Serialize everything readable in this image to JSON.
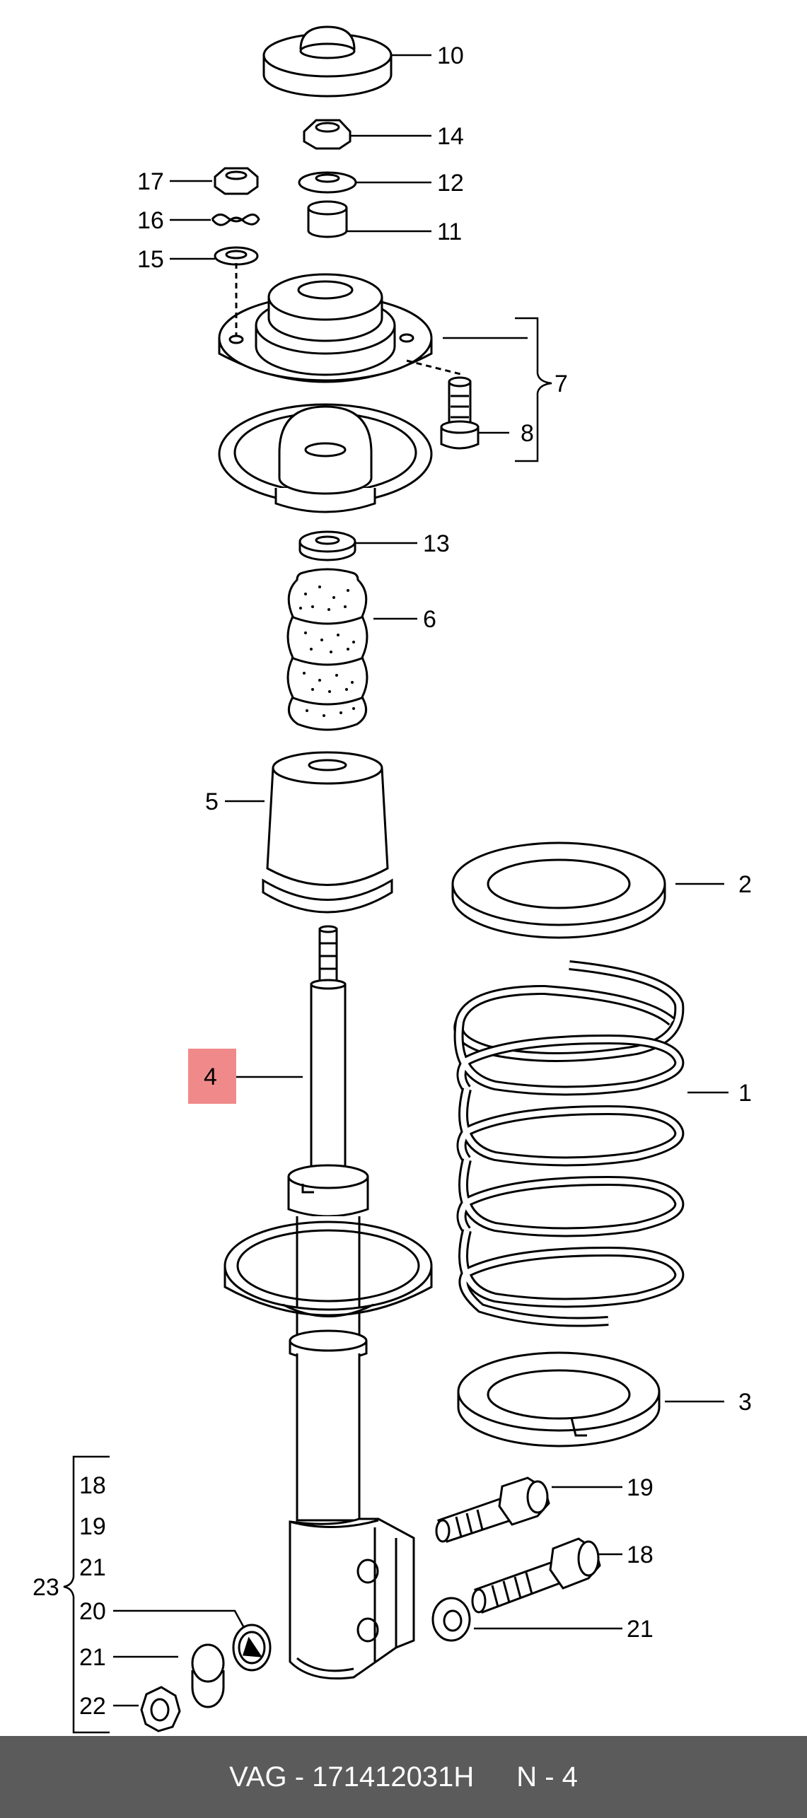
{
  "callouts": {
    "c10": "10",
    "c14": "14",
    "c17": "17",
    "c12": "12",
    "c16": "16",
    "c11": "11",
    "c15": "15",
    "c7": "7",
    "c8": "8",
    "c13": "13",
    "c6": "6",
    "c5": "5",
    "c2": "2",
    "c4": "4",
    "c1": "1",
    "c3": "3",
    "c19": "19",
    "c18": "18",
    "c21a": "21",
    "c23": "23",
    "g18": "18",
    "g19": "19",
    "g21a": "21",
    "g20": "20",
    "g21b": "21",
    "g22": "22"
  },
  "highlight": {
    "part": "4",
    "color": "#f08a8a"
  },
  "footer": {
    "code": "VAG - 171412031H",
    "page": "N - 4",
    "background": "#5b5b5b"
  }
}
